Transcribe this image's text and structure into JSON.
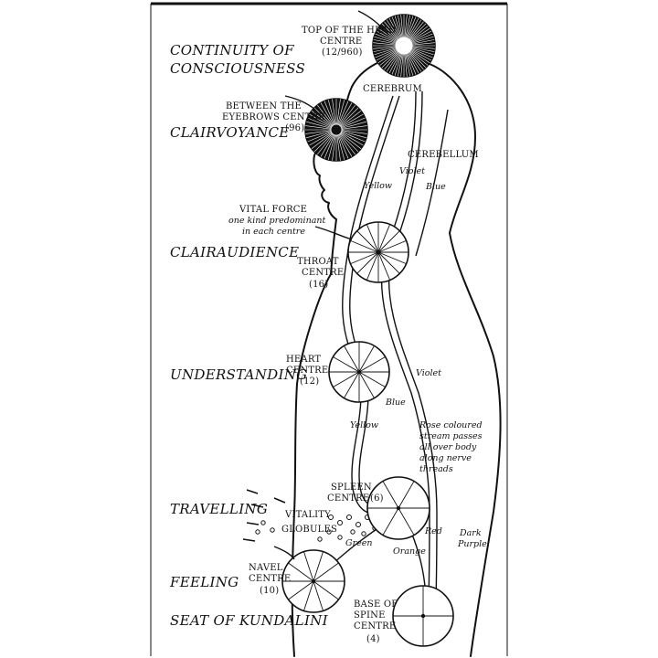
{
  "colors": {
    "ink": "#111111",
    "paper": "#ffffff"
  },
  "left_labels": [
    {
      "id": "continuity-1",
      "text": "CONTINUITY OF"
    },
    {
      "id": "continuity-2",
      "text": "CONSCIOUSNESS"
    },
    {
      "id": "clairvoyance",
      "text": "CLAIRVOYANCE"
    },
    {
      "id": "clairaudience",
      "text": "CLAIRAUDIENCE"
    },
    {
      "id": "understanding",
      "text": "UNDERSTANDING"
    },
    {
      "id": "travelling",
      "text": "TRAVELLING"
    },
    {
      "id": "feeling",
      "text": "FEELING"
    },
    {
      "id": "kundalini",
      "text": "SEAT OF KUNDALINI"
    }
  ],
  "centres": {
    "crown": {
      "name1": "TOP OF THE HEAD",
      "name2": "CENTRE",
      "petals": "(12/960)",
      "petal_count": 64,
      "dark": true
    },
    "brow": {
      "name1": "BETWEEN THE",
      "name2": "EYEBROWS CENTRE",
      "petals": "(96)",
      "petal_count": 48,
      "dark": true
    },
    "throat": {
      "name1": "THROAT",
      "name2": "CENTRE",
      "petals": "(16)",
      "petal_count": 16,
      "dark": false
    },
    "heart": {
      "name1": "HEART",
      "name2": "CENTRE",
      "petals": "(12)",
      "petal_count": 12,
      "dark": false
    },
    "spleen": {
      "name1": "SPLEEN",
      "name2": "CENTRE",
      "petals": "(6)",
      "petal_count": 6,
      "dark": false
    },
    "navel": {
      "name1": "NAVEL",
      "name2": "CENTRE",
      "petals": "(10)",
      "petal_count": 10,
      "dark": false
    },
    "base": {
      "name1": "BASE OF",
      "name2": "SPINE",
      "name3": "CENTRE",
      "petals": "(4)",
      "petal_count": 4,
      "dark": false
    }
  },
  "anatomy": {
    "cerebrum": "CEREBRUM",
    "cerebellum": "CEREBELLUM"
  },
  "annotations": {
    "vital_force_1": "VITAL FORCE",
    "vital_force_2": "one kind predominant",
    "vital_force_3": "in each centre",
    "vitality": "VITALITY",
    "globules": "GLOBULES",
    "rose_1": "Rose coloured",
    "rose_2": "stream passes",
    "rose_3": "all over body",
    "rose_4": "along nerve",
    "rose_5": "threads"
  },
  "streams": {
    "yellow_upper": "Yellow",
    "violet_upper": "Violet",
    "blue_upper": "Blue",
    "violet_lower": "Violet",
    "blue_lower": "Blue",
    "yellow_lower": "Yellow",
    "green": "Green",
    "orange": "Orange",
    "red": "Red",
    "dark_purple_1": "Dark",
    "dark_purple_2": "Purple"
  }
}
